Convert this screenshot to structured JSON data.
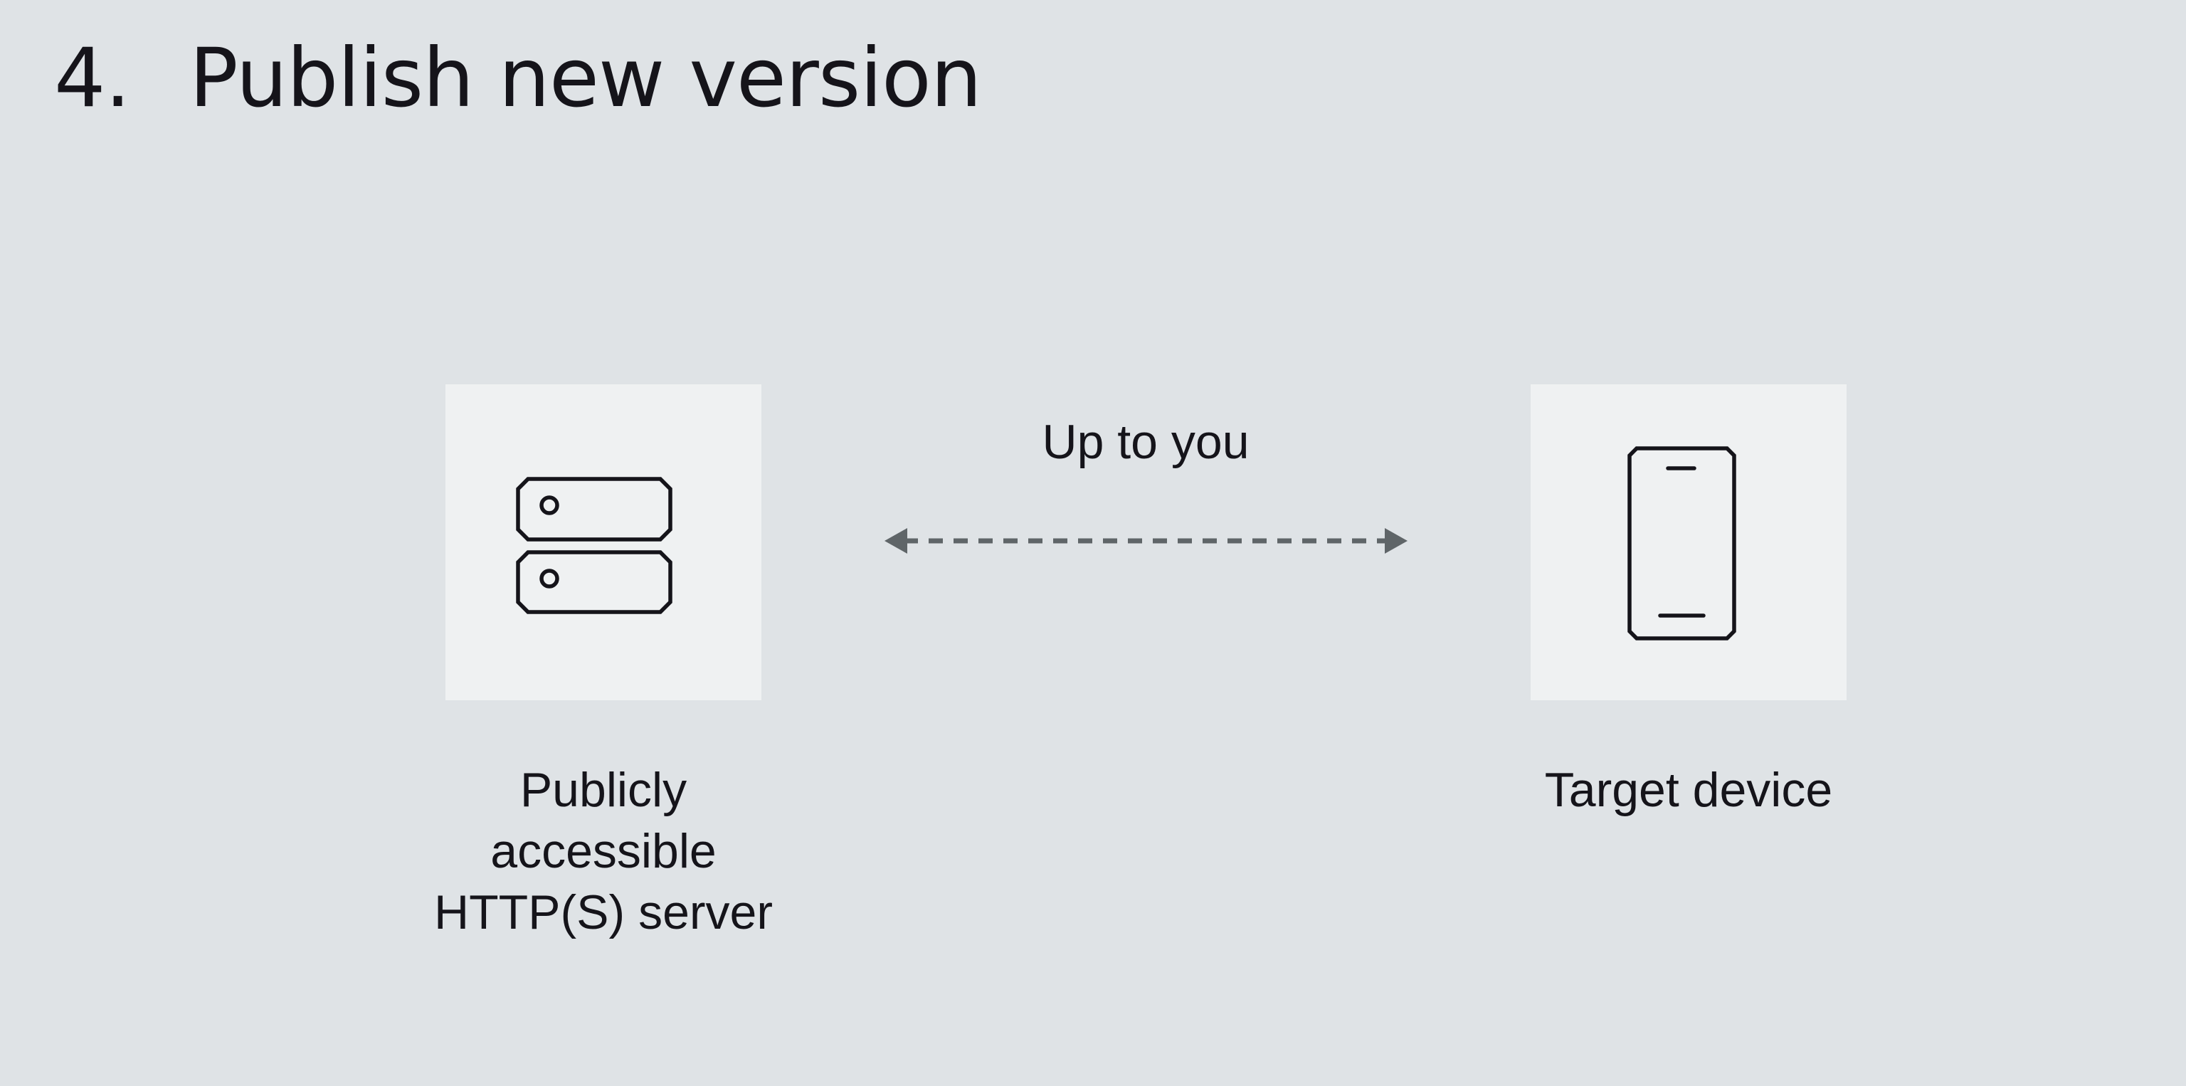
{
  "header": {
    "step_number": "4.",
    "title": "Publish new version"
  },
  "diagram": {
    "source": {
      "icon": "server-icon",
      "label": "Publicly accessible HTTP(S) server",
      "label_lines": [
        "Publicly",
        "accessible",
        "HTTP(S) server"
      ]
    },
    "connector": {
      "label": "Up to you",
      "style": "dashed",
      "direction": "bidirectional",
      "color": "#5f6568"
    },
    "target": {
      "icon": "mobile-phone-icon",
      "label": "Target device"
    }
  },
  "colors": {
    "background": "#dfe3e6",
    "node_fill": "#eff1f2",
    "text": "#15141a",
    "icon_stroke": "#15141a",
    "arrow": "#5f6568"
  }
}
